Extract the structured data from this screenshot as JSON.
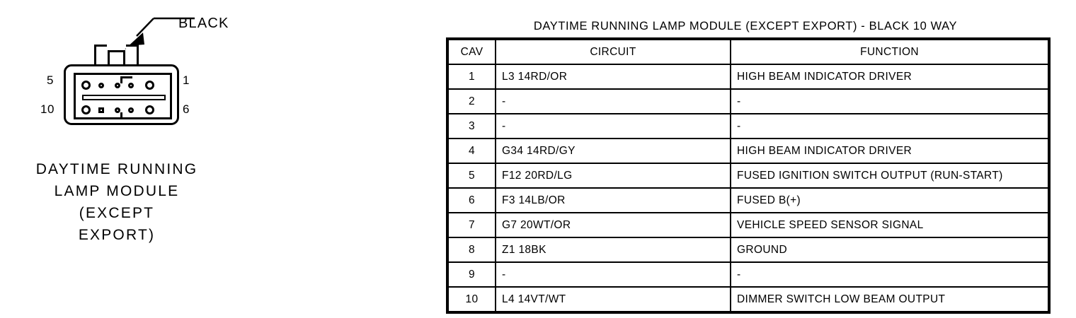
{
  "connector": {
    "callout_label": "BLACK",
    "pin_numbers": {
      "top_left": "5",
      "bottom_left": "10",
      "top_right": "1",
      "bottom_right": "6"
    },
    "caption_lines": [
      "DAYTIME RUNNING",
      "LAMP MODULE",
      "(EXCEPT",
      "EXPORT)"
    ]
  },
  "table": {
    "title": "DAYTIME RUNNING LAMP MODULE (EXCEPT EXPORT) - BLACK 10 WAY",
    "headers": [
      "CAV",
      "CIRCUIT",
      "FUNCTION"
    ],
    "rows": [
      {
        "cav": "1",
        "circuit": "L3 14RD/OR",
        "function": "HIGH BEAM INDICATOR DRIVER"
      },
      {
        "cav": "2",
        "circuit": "-",
        "function": "-"
      },
      {
        "cav": "3",
        "circuit": "-",
        "function": "-"
      },
      {
        "cav": "4",
        "circuit": "G34 14RD/GY",
        "function": "HIGH BEAM INDICATOR DRIVER"
      },
      {
        "cav": "5",
        "circuit": "F12 20RD/LG",
        "function": "FUSED IGNITION SWITCH OUTPUT (RUN-START)"
      },
      {
        "cav": "6",
        "circuit": "F3 14LB/OR",
        "function": "FUSED B(+)"
      },
      {
        "cav": "7",
        "circuit": "G7 20WT/OR",
        "function": "VEHICLE SPEED SENSOR SIGNAL"
      },
      {
        "cav": "8",
        "circuit": "Z1 18BK",
        "function": "GROUND"
      },
      {
        "cav": "9",
        "circuit": "-",
        "function": "-"
      },
      {
        "cav": "10",
        "circuit": "L4 14VT/WT",
        "function": "DIMMER SWITCH LOW BEAM OUTPUT"
      }
    ]
  },
  "colors": {
    "ink": "#000000",
    "paper": "#ffffff"
  }
}
